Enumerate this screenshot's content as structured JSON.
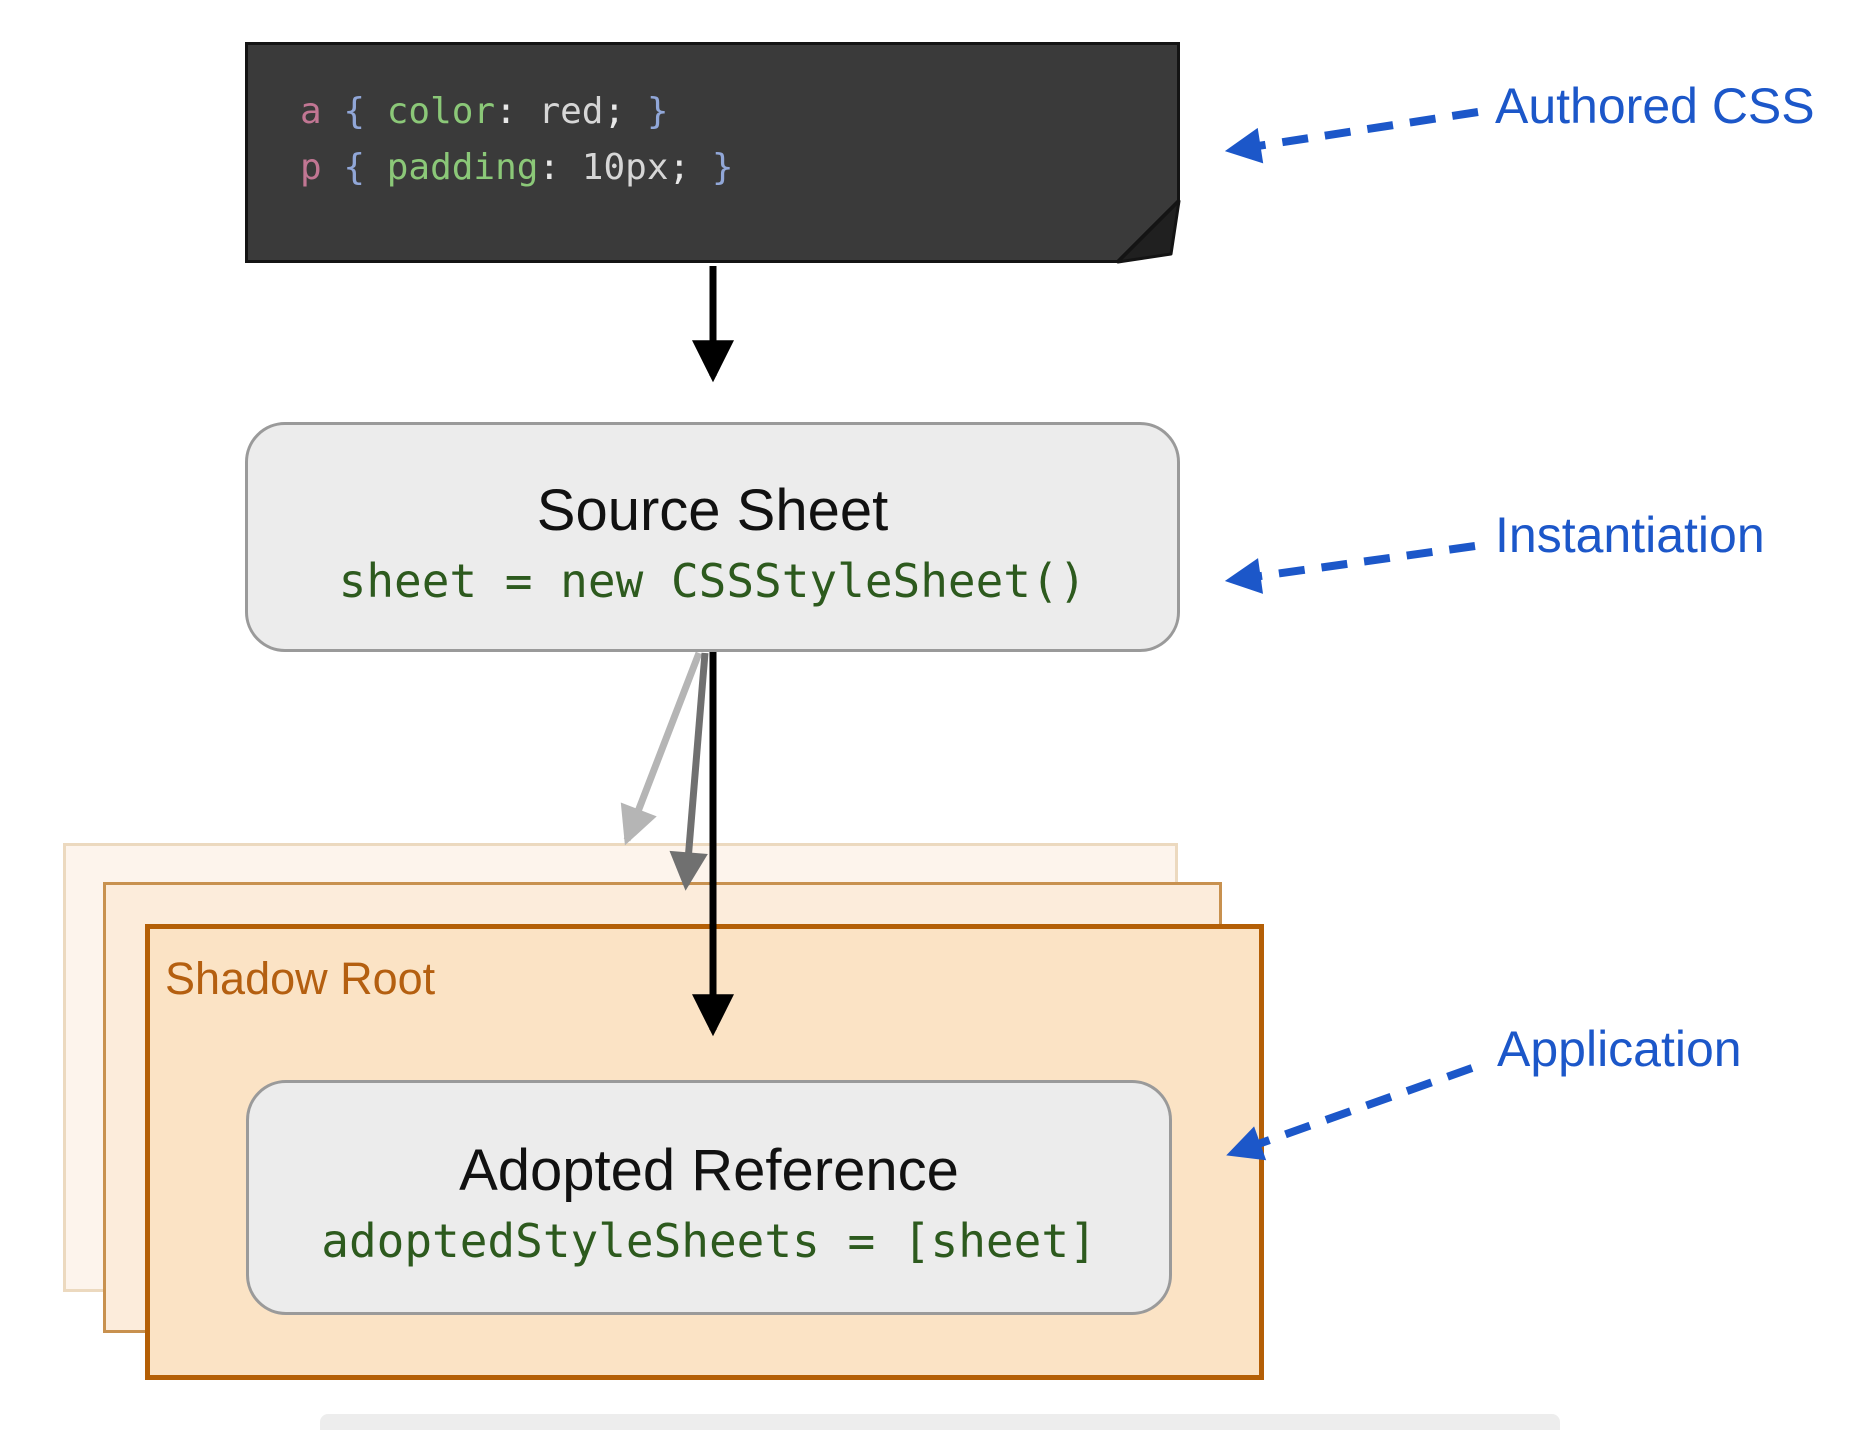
{
  "colors": {
    "annotation_blue": "#1c57c9",
    "shadow_orange": "#b45f06",
    "code_green": "#2d5a1e",
    "note_background": "#3a3a3a",
    "box_fill": "#ececec",
    "box_border": "#9a9a9a",
    "layer_front_fill": "#fbe3c5",
    "layer_middle_fill": "#fcecdb",
    "layer_back_fill": "#fdf4ec"
  },
  "code_box": {
    "lines": [
      {
        "tokens": [
          {
            "text": "a",
            "type": "selector"
          },
          {
            "text": " { ",
            "type": "brace"
          },
          {
            "text": "color",
            "type": "property"
          },
          {
            "text": ": ",
            "type": "punct"
          },
          {
            "text": "red",
            "type": "value"
          },
          {
            "text": ";",
            "type": "punct"
          },
          {
            "text": " }",
            "type": "brace"
          }
        ]
      },
      {
        "tokens": [
          {
            "text": "p",
            "type": "selector"
          },
          {
            "text": " { ",
            "type": "brace"
          },
          {
            "text": "padding",
            "type": "property"
          },
          {
            "text": ": ",
            "type": "punct"
          },
          {
            "text": "10px",
            "type": "value"
          },
          {
            "text": ";",
            "type": "punct"
          },
          {
            "text": " }",
            "type": "brace"
          }
        ]
      }
    ]
  },
  "source_sheet": {
    "title": "Source Sheet",
    "code": "sheet = new CSSStyleSheet()"
  },
  "shadow_stack": {
    "label": "Shadow Root"
  },
  "adopted": {
    "title": "Adopted Reference",
    "code": "adoptedStyleSheets = [sheet]"
  },
  "annotations": {
    "authored": "Authored CSS",
    "instantiation": "Instantiation",
    "application": "Application"
  }
}
